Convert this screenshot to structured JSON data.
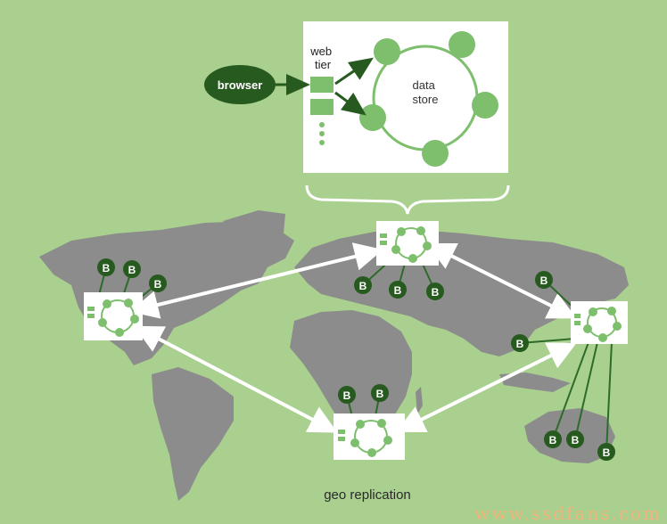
{
  "colors": {
    "background": "#a9d08e",
    "land": "#8c8c8c",
    "node_fill": "#7dbf6c",
    "node_dark": "#2e6b2a",
    "browser_fill": "#275a1f",
    "box_fill": "#ffffff",
    "arrow": "#ffffff",
    "watermark": "#f0b57c"
  },
  "detail": {
    "browser_label": "browser",
    "web_tier_label": "web\ntier",
    "data_store_label": "data\nstore"
  },
  "datacenters": [
    {
      "id": "north-america",
      "b_count": 3
    },
    {
      "id": "europe",
      "b_count": 3
    },
    {
      "id": "asia",
      "b_count": 5
    },
    {
      "id": "africa",
      "b_count": 2
    }
  ],
  "b_label": "B",
  "caption": "geo replication",
  "watermark": "www.ssdfans.com"
}
